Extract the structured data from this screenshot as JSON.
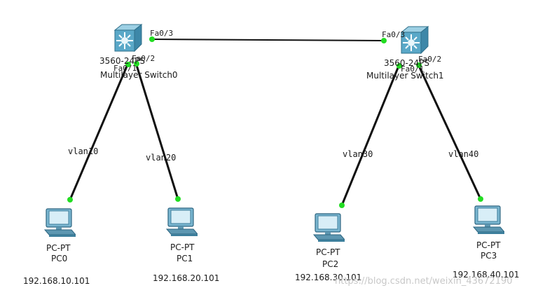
{
  "colors": {
    "link": "#111111",
    "port_up": "#22dd22",
    "switch": "#5aa8c8",
    "pc": "#7ab6d0"
  },
  "switches": [
    {
      "name": "Multilayer Switch0",
      "model": "3560-24PS",
      "icon": "multilayer-switch-icon",
      "ports": {
        "fa03": "Fa0/3",
        "fa02": "Fa0/2",
        "fa01": "Fa0/1"
      }
    },
    {
      "name": "Multilayer Switch1",
      "model": "3560-24PS",
      "icon": "multilayer-switch-icon",
      "ports": {
        "fa03": "Fa0/3",
        "fa02": "Fa0/2",
        "fa01": "Fa0/1"
      }
    }
  ],
  "pcs": [
    {
      "model": "PC-PT",
      "name": "PC0",
      "ip": "192.168.10.101",
      "icon": "pc-icon"
    },
    {
      "model": "PC-PT",
      "name": "PC1",
      "ip": "192.168.20.101",
      "icon": "pc-icon"
    },
    {
      "model": "PC-PT",
      "name": "PC2",
      "ip": "192.168.30.101",
      "icon": "pc-icon"
    },
    {
      "model": "PC-PT",
      "name": "PC3",
      "ip": "192.168.40.101",
      "icon": "pc-icon"
    }
  ],
  "vlans": [
    "vlan10",
    "vlan20",
    "vlan30",
    "vlan40"
  ],
  "watermark": "https://blog.csdn.net/weixin_43672190"
}
